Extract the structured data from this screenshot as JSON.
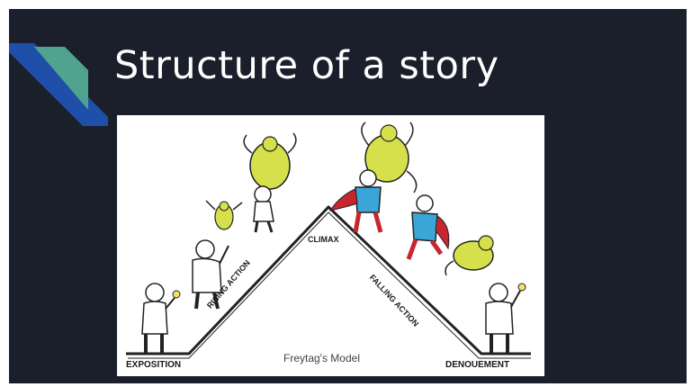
{
  "slide": {
    "title": "Structure of a story"
  },
  "diagram": {
    "labels": {
      "exposition": "EXPOSITION",
      "rising_action": "RISING ACTION",
      "climax": "CLIMAX",
      "falling_action": "FALLING ACTION",
      "denouement": "DENOUEMENT"
    },
    "caption": "Freytag's Model"
  },
  "colors": {
    "background": "#1b1f2b",
    "accent_teal": "#4fa38f",
    "accent_blue": "#1f4fa8",
    "dragon_green": "#d6e04a",
    "hero_blue": "#3aa6d8",
    "cape_red": "#c8262e"
  }
}
